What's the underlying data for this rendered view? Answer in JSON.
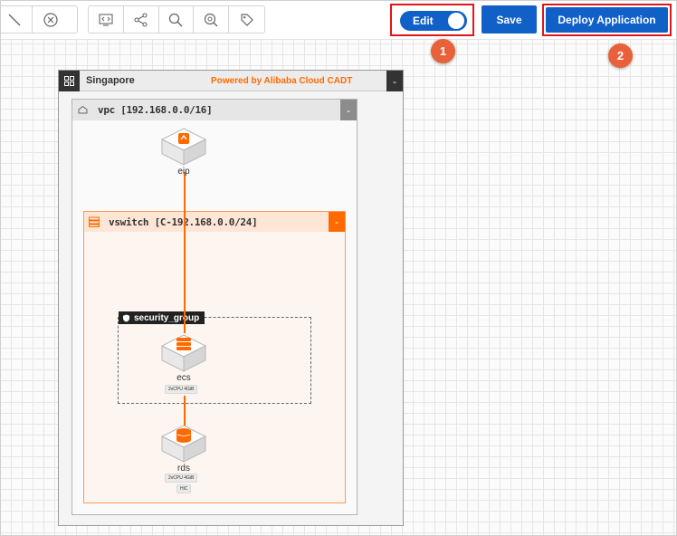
{
  "toolbar": {
    "tools": [
      {
        "icon": "line-icon"
      },
      {
        "icon": "close-circle-icon"
      },
      {
        "icon": "code-icon"
      },
      {
        "icon": "share-icon"
      },
      {
        "icon": "search-icon"
      },
      {
        "icon": "tag-search-icon"
      },
      {
        "icon": "tag-icon"
      }
    ],
    "edit_toggle": {
      "label": "Edit",
      "on": true
    },
    "save_label": "Save",
    "deploy_label": "Deploy Application"
  },
  "annotations": {
    "step1": "1",
    "step2": "2"
  },
  "canvas": {
    "region": {
      "title": "Singapore",
      "powered_by": "Powered by Alibaba Cloud CADT",
      "collapse": "-"
    },
    "vpc": {
      "title": "vpc [192.168.0.0/16]",
      "collapse": "-"
    },
    "vswitch": {
      "title": "vswitch [C-192.168.0.0/24]",
      "collapse": "-"
    },
    "security_group": {
      "title": "security_group"
    },
    "nodes": {
      "eip": {
        "name": "eip"
      },
      "ecs": {
        "name": "ecs",
        "tags": [
          "2vCPU",
          "4GiB"
        ]
      },
      "rds": {
        "name": "rds",
        "tags": [
          "2vCPU",
          "4GiB"
        ],
        "tags2": [
          "HiC"
        ]
      }
    }
  },
  "colors": {
    "primary_blue": "#1060c8",
    "accent_orange": "#ff6a00",
    "highlight_red": "#e0161b",
    "badge_orange": "#e8613a"
  }
}
